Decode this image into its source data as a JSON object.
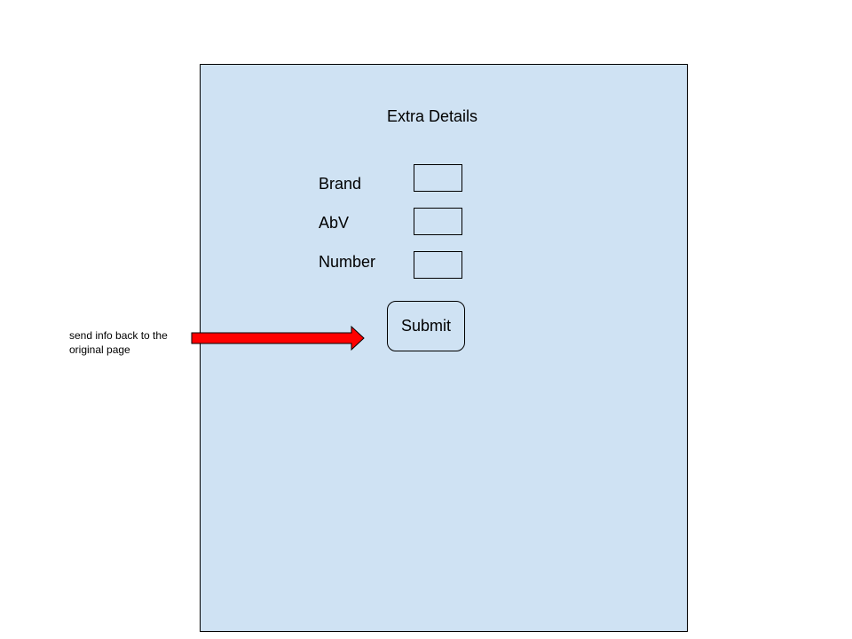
{
  "form": {
    "title": "Extra Details",
    "fields": [
      {
        "label": "Brand",
        "value": ""
      },
      {
        "label": "AbV",
        "value": ""
      },
      {
        "label": "Number",
        "value": ""
      }
    ],
    "submit_label": "Submit"
  },
  "annotation": {
    "text": "send info back to the original page"
  },
  "colors": {
    "panel_fill": "#cfe2f3",
    "arrow_fill": "#ff0000",
    "stroke": "#000000"
  }
}
